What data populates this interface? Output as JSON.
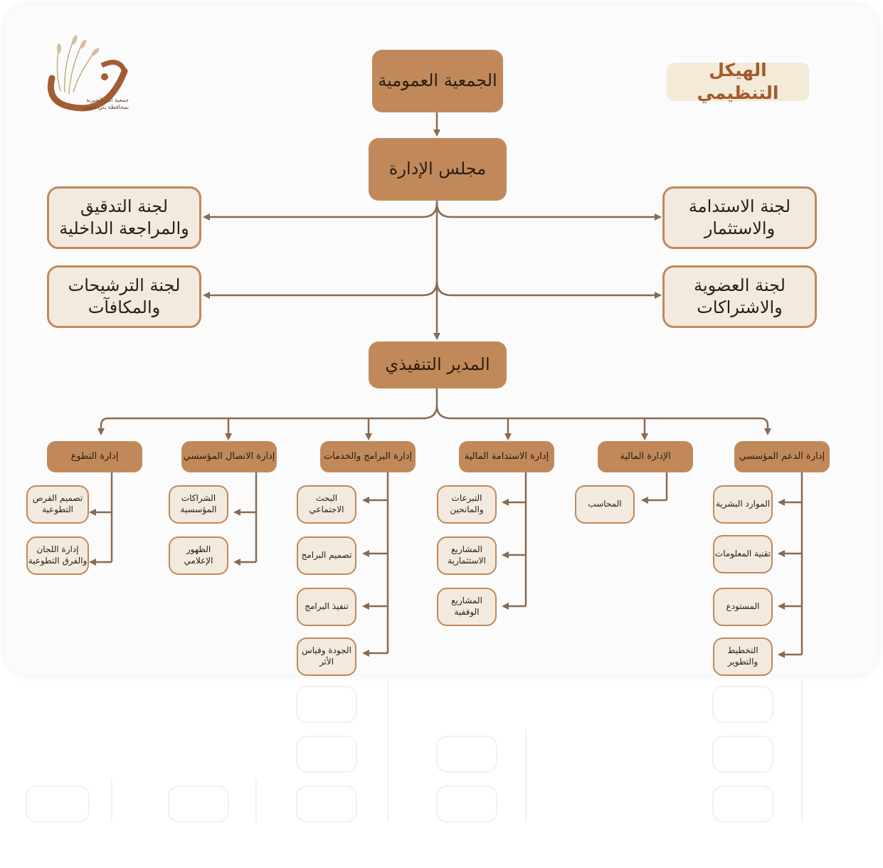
{
  "title": "الهيكل التنظيمي",
  "logo": {
    "line1": "جمعية البر الخيرية",
    "line2": "بمحافظة بني حسن"
  },
  "general_assembly": "الجمعية العمومية",
  "board": "مجلس الإدارة",
  "committees": {
    "audit": [
      "لجنة التدقيق",
      "والمراجعة الداخلية"
    ],
    "sustainability": [
      "لجنة الاستدامة",
      "والاستثمار"
    ],
    "nominations": [
      "لجنة الترشيحات",
      "والمكافآت"
    ],
    "membership": [
      "لجنة العضوية",
      "والاشتراكات"
    ]
  },
  "executive_director": "المدير التنفيذي",
  "departments": [
    {
      "name": "إدارة التطوع",
      "units": [
        [
          "تصميم الفرص",
          "التطوعية"
        ],
        [
          "إدارة اللجان",
          "والفرق التطوعية"
        ]
      ]
    },
    {
      "name": "إدارة الاتصال المؤسسي",
      "units": [
        [
          "الشراكات",
          "المؤسسية"
        ],
        [
          "الظهور",
          "الإعلامي"
        ]
      ]
    },
    {
      "name": "إدارة البرامج والخدمات",
      "units": [
        [
          "البحث",
          "الاجتماعي"
        ],
        [
          "تصميم البرامج"
        ],
        [
          "تنفيذ البرامج"
        ],
        [
          "الجودة وقياس",
          "الأثر"
        ]
      ]
    },
    {
      "name": "إدارة الاستدامة المالية",
      "units": [
        [
          "التبرعات",
          "والمانحين"
        ],
        [
          "المشاريع",
          "الاستثمارية"
        ],
        [
          "المشاريع",
          "الوقفية"
        ]
      ]
    },
    {
      "name": "الإدارة المالية",
      "units": [
        [
          "المحاسب"
        ]
      ]
    },
    {
      "name": "إدارة الدعم المؤسسي",
      "units": [
        [
          "الموارد البشرية"
        ],
        [
          "تقنية المعلومات"
        ],
        [
          "المستودع"
        ],
        [
          "التخطيط",
          "والتطوير"
        ]
      ]
    }
  ],
  "colors": {
    "primary": "#c1895a",
    "light": "#f2eadf",
    "line": "#8a6a52",
    "title": "#a25a2e"
  }
}
